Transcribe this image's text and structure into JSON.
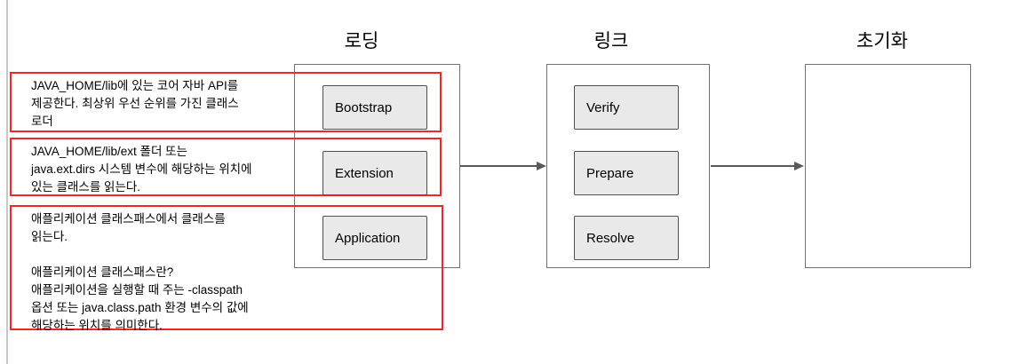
{
  "diagram": {
    "columns": [
      {
        "id": "loading",
        "title": "로딩",
        "buttons": [
          "Bootstrap",
          "Extension",
          "Application"
        ]
      },
      {
        "id": "link",
        "title": "링크",
        "buttons": [
          "Verify",
          "Prepare",
          "Resolve"
        ]
      },
      {
        "id": "init",
        "title": "초기화",
        "buttons": []
      }
    ],
    "annotations": [
      {
        "target": "Bootstrap",
        "lines": [
          "JAVA_HOME/lib에 있는 코어 자바 API를",
          "제공한다. 최상위 우선 순위를 가진 클래스",
          "로더"
        ]
      },
      {
        "target": "Extension",
        "lines": [
          "JAVA_HOME/lib/ext 폴더 또는",
          "java.ext.dirs 시스템 변수에 해당하는 위치에",
          "있는 클래스를 읽는다."
        ]
      },
      {
        "target": "Application",
        "lines": [
          "애플리케이션 클래스패스에서 클래스를",
          "읽는다.",
          "",
          "애플리케이션 클래스패스란?",
          "애플리케이션을 실행할 때 주는 -classpath",
          "옵션 또는 java.class.path 환경 변수의 값에",
          "해당하는 위치를 의미한다."
        ]
      }
    ],
    "colors": {
      "annotation_border": "#f42525",
      "box_border": "#707070",
      "button_fill": "#e9e9e9",
      "button_border": "#4f4f4f",
      "arrow": "#5a5a5a",
      "page_edge": "#c9c9c9"
    }
  }
}
